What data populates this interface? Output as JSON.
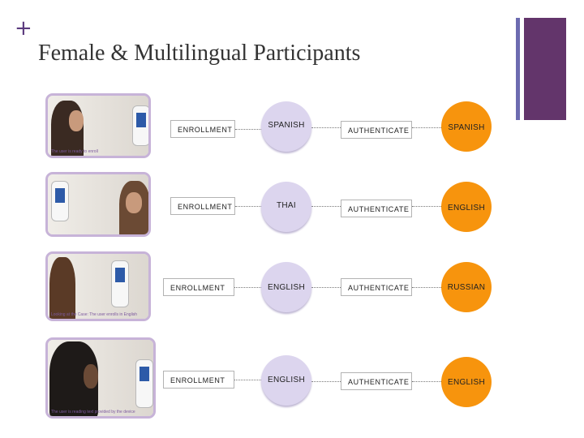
{
  "slide": {
    "title": "Female & Multilingual Participants",
    "plus_symbol": "+"
  },
  "colors": {
    "accent_purple": "#63356b",
    "accent_blue": "#6c6bb0",
    "language_circle": "#dcd5ee",
    "result_circle": "#f7940d",
    "photo_border": "#c7b3d8"
  },
  "rows": [
    {
      "photo_caption": "The user is ready to enroll",
      "enroll_label": "ENROLLMENT",
      "enroll_language": "SPANISH",
      "auth_label": "AUTHENTICATE",
      "auth_language": "SPANISH"
    },
    {
      "photo_caption": "",
      "enroll_label": "ENROLLMENT",
      "enroll_language": "THAI",
      "auth_label": "AUTHENTICATE",
      "auth_language": "ENGLISH"
    },
    {
      "photo_caption": "Looking at the Case: The user enrolls in English",
      "enroll_label": "ENROLLMENT",
      "enroll_language": "ENGLISH",
      "auth_label": "AUTHENTICATE",
      "auth_language": "RUSSIAN"
    },
    {
      "photo_caption": "The user is reading text provided by the device",
      "enroll_label": "ENROLLMENT",
      "enroll_language": "ENGLISH",
      "auth_label": "AUTHENTICATE",
      "auth_language": "ENGLISH"
    }
  ]
}
